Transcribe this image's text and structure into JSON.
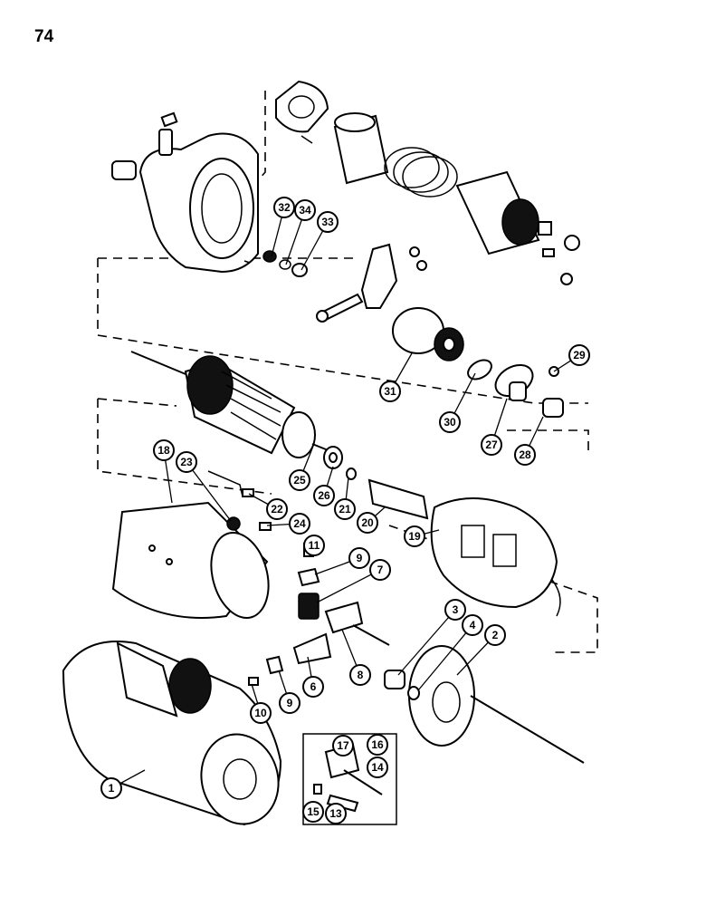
{
  "page_number": "74",
  "callouts": [
    "1",
    "2",
    "3",
    "4",
    "6",
    "7",
    "8",
    "9",
    "9",
    "10",
    "11",
    "13",
    "14",
    "15",
    "16",
    "17",
    "18",
    "19",
    "20",
    "21",
    "22",
    "23",
    "24",
    "25",
    "26",
    "27",
    "28",
    "29",
    "30",
    "31",
    "32",
    "33",
    "34"
  ]
}
